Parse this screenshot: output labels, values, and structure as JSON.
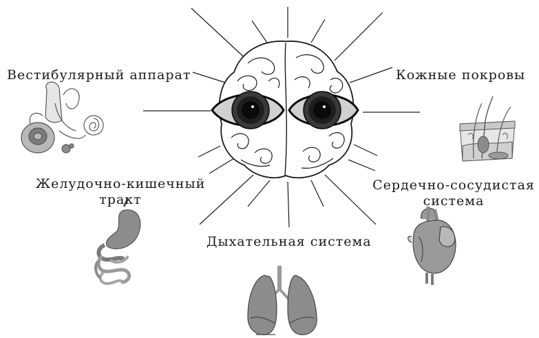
{
  "labels": {
    "vestibular": "Вестибулярный аппарат",
    "skin": "Кожные покровы",
    "gi_line1": "Желудочно-кишечный",
    "gi_line2": "тракт",
    "cardio_line1": "Сердечно-сосудистая",
    "cardio_line2": "система",
    "respiratory": "Дыхательная система"
  },
  "colors": {
    "ink": "#1a1a1a",
    "organ_fill": "#8c8c8c",
    "organ_light": "#b8b8b8",
    "iris": "#3a3a3a",
    "pupil": "#0a0a0a"
  },
  "icons": [
    "brain-with-eyes-icon",
    "inner-ear-icon",
    "skin-section-icon",
    "stomach-intestine-icon",
    "heart-icon",
    "lungs-icon"
  ]
}
